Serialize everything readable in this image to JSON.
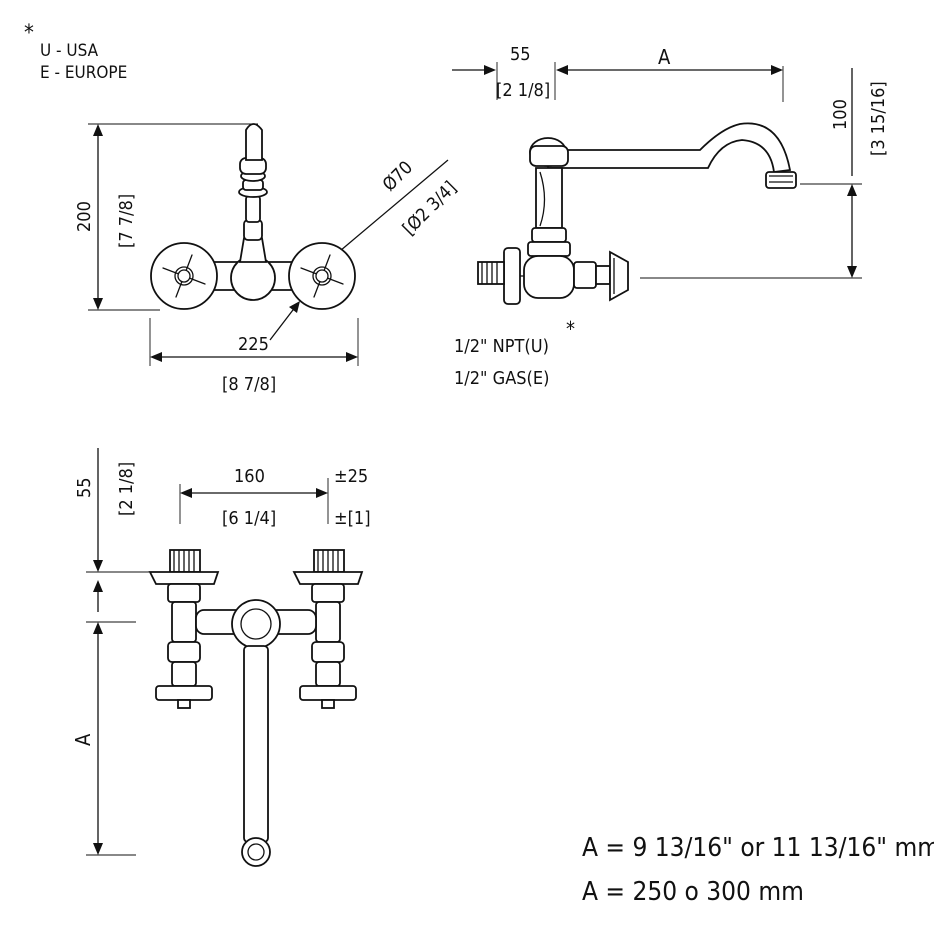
{
  "legend": {
    "asterisk": "*",
    "line_usa": "U - USA",
    "line_europe": "E - EUROPE"
  },
  "front_view": {
    "height_mm": "200",
    "height_in": "[7 7/8]",
    "rosette_mm": "Ø70",
    "rosette_in": "[Ø2 3/4]",
    "centers_mm": "225",
    "overall_in": "[8 7/8]"
  },
  "side_view": {
    "offset_mm": "55",
    "offset_in": "[2 1/8]",
    "reach_label": "A",
    "rise_mm": "100",
    "rise_in": "[3 15/16]",
    "thread_usa": "1/2\" NPT(U)",
    "thread_asterisk": "*",
    "thread_europe": "1/2\" GAS(E)"
  },
  "top_view": {
    "offset_mm": "55",
    "offset_in": "[2 1/8]",
    "centers_mm": "160",
    "centers_in": "[6 1/4]",
    "tolerance_mm": "±25",
    "tolerance_in": "±[1]",
    "spout_label": "A"
  },
  "notes": {
    "a_inches": "A = 9 13/16\" or 11 13/16\" mm",
    "a_mm": "A = 250 o 300 mm"
  }
}
